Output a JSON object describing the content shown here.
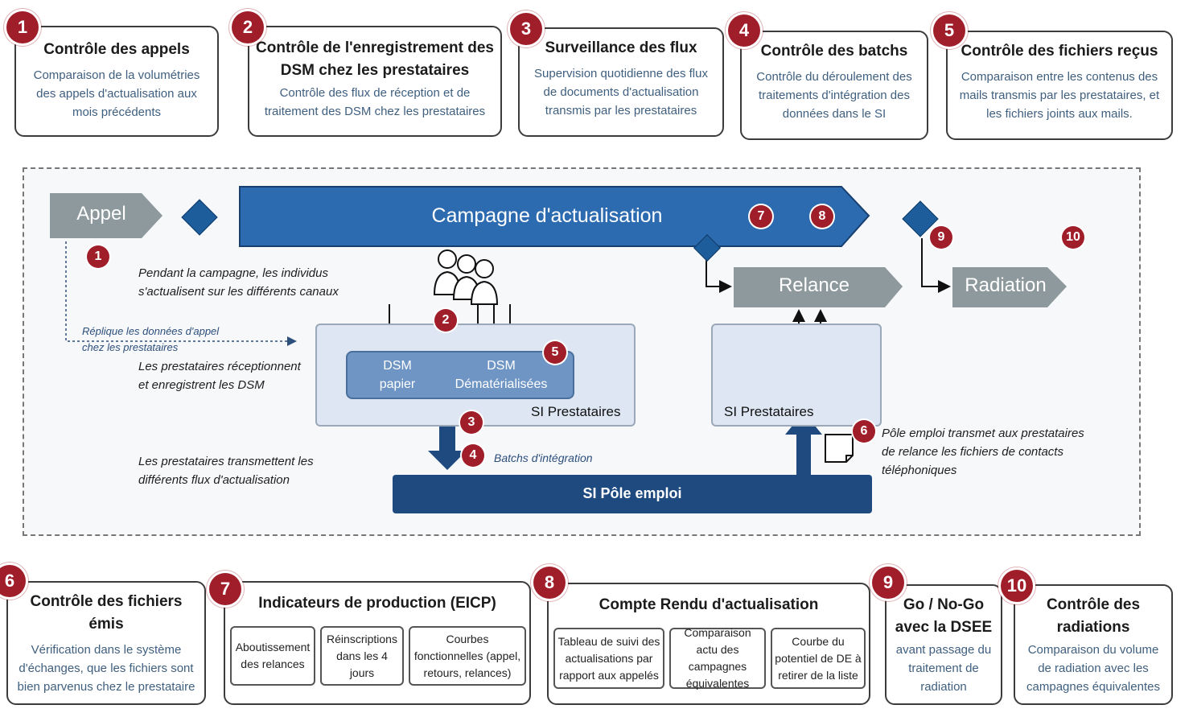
{
  "controls_top": [
    {
      "num": "1",
      "title": "Contrôle des appels",
      "desc": "Comparaison de la volumétries des appels d'actualisation aux mois précédents"
    },
    {
      "num": "2",
      "title": "Contrôle de l'enregistrement des DSM chez les prestataires",
      "desc": "Contrôle des flux de réception et de traitement des DSM chez les prestataires"
    },
    {
      "num": "3",
      "title": "Surveillance des flux",
      "desc": "Supervision quotidienne des flux de documents d'actualisation transmis par les prestataires"
    },
    {
      "num": "4",
      "title": "Contrôle des batchs",
      "desc": "Contrôle du déroulement des traitements d'intégration des données dans le SI"
    },
    {
      "num": "5",
      "title": "Contrôle des fichiers reçus",
      "desc": "Comparaison entre les contenus des mails transmis par les prestataires, et les fichiers joints aux mails."
    }
  ],
  "flow": {
    "appel": "Appel",
    "campagne": "Campagne d'actualisation",
    "relance": "Relance",
    "radiation": "Radiation",
    "note_campagne": "Pendant la campagne, les individus s'actualisent sur les différents canaux",
    "note_replique": "Réplique les données d'appel chez les prestataires",
    "note_receptionnent": "Les prestataires réceptionnent et enregistrent les DSM",
    "note_transmettent": "Les prestataires transmettent les différents flux d'actualisation",
    "note_batchs": "Batchs d'intégration",
    "note_pole": "Pôle emploi transmet aux prestataires de relance les fichiers de contacts téléphoniques",
    "dsm_papier": "DSM papier",
    "dsm_demat": "DSM Dématérialisées",
    "si_prest_left": "SI Prestataires",
    "si_prest_right": "SI Prestataires",
    "si_pole": "SI Pôle emploi",
    "badges": {
      "b1": "1",
      "b2": "2",
      "b3": "3",
      "b4": "4",
      "b5": "5",
      "b6": "6",
      "b7": "7",
      "b8": "8",
      "b9": "9",
      "b10": "10"
    }
  },
  "controls_bottom": [
    {
      "num": "6",
      "title": "Contrôle des fichiers émis",
      "desc": "Vérification dans le système d'échanges, que les fichiers sont bien parvenus chez le prestataire"
    },
    {
      "num": "7",
      "title": "Indicateurs de production (EICP)",
      "subs": [
        "Aboutissement des relances",
        "Réinscriptions dans les 4 jours",
        "Courbes fonctionnelles (appel, retours, relances)"
      ]
    },
    {
      "num": "8",
      "title": "Compte Rendu d'actualisation",
      "subs": [
        "Tableau de suivi des actualisations par rapport aux appelés",
        "Comparaison actu des campagnes équivalentes",
        "Courbe du potentiel de DE à retirer de la liste"
      ]
    },
    {
      "num": "9",
      "title": "Go / No-Go avec la DSEE",
      "desc": "avant passage du traitement de radiation"
    },
    {
      "num": "10",
      "title": "Contrôle des radiations",
      "desc": "Comparaison du volume de radiation avec les campagnes équivalentes"
    }
  ],
  "colors": {
    "badge": "#a01e2a",
    "blue_dark": "#1e4a80",
    "blue_mid": "#2d6fb4",
    "grey": "#8a969b",
    "light_box": "#dde6f2"
  }
}
